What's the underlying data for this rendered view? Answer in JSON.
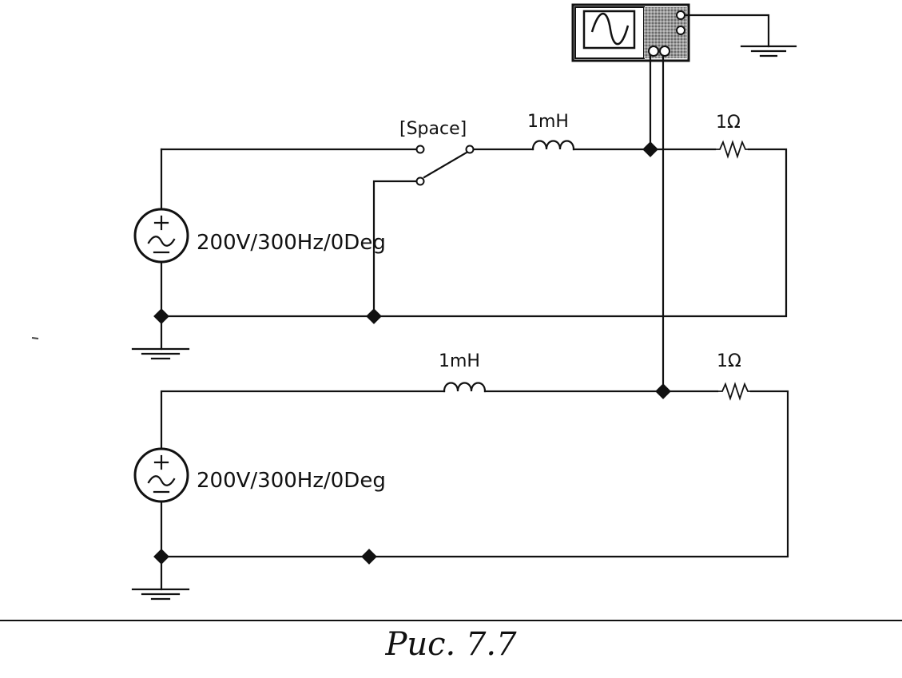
{
  "switch_label": "[Space]",
  "top_circuit": {
    "inductor_label": "1mH",
    "resistor_label": "1Ω",
    "source_label": "200V/300Hz/0Deg"
  },
  "bottom_circuit": {
    "inductor_label": "1mH",
    "resistor_label": "1Ω",
    "source_label": "200V/300Hz/0Deg"
  },
  "caption": "Рис. 7.7"
}
